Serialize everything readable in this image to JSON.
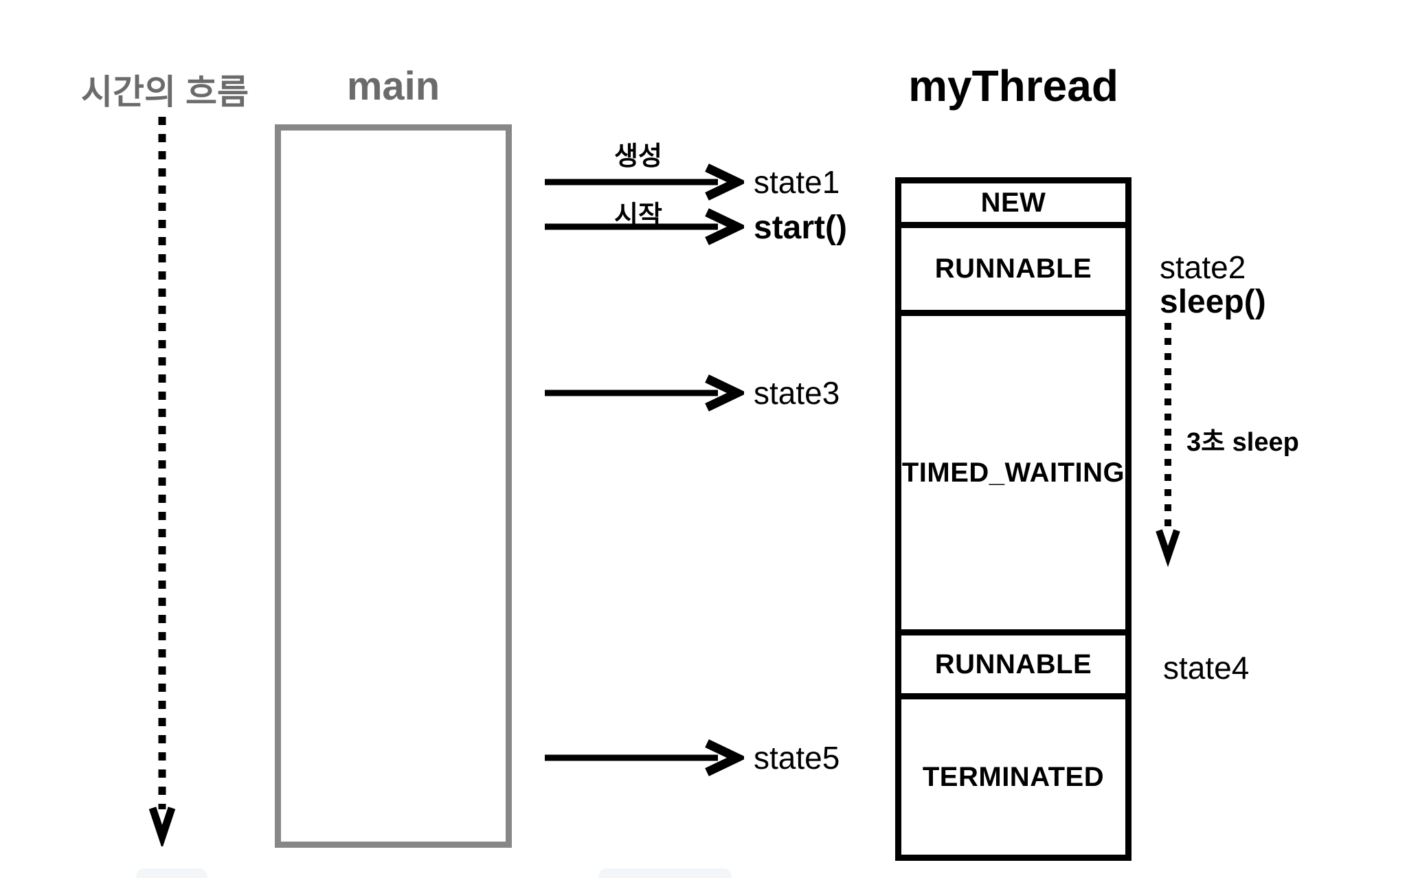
{
  "timeline": {
    "label": "시간의 흐름"
  },
  "main": {
    "label": "main"
  },
  "thread": {
    "title": "myThread",
    "states": [
      "NEW",
      "RUNNABLE",
      "TIMED_WAITING",
      "RUNNABLE",
      "TERMINATED"
    ]
  },
  "calls": {
    "create_label": "생성",
    "start_label": "시작"
  },
  "annotations": {
    "state1": "state1",
    "start_call": "start()",
    "state2": "state2",
    "sleep_call": "sleep()",
    "sleep_duration": "3초 sleep",
    "state3": "state3",
    "state4": "state4",
    "state5": "state5"
  },
  "colors": {
    "black": "#000000",
    "gray_text": "#6b6b6b",
    "gray_border": "#878787",
    "background": "#ffffff",
    "remnant": "#f3f6f9"
  }
}
